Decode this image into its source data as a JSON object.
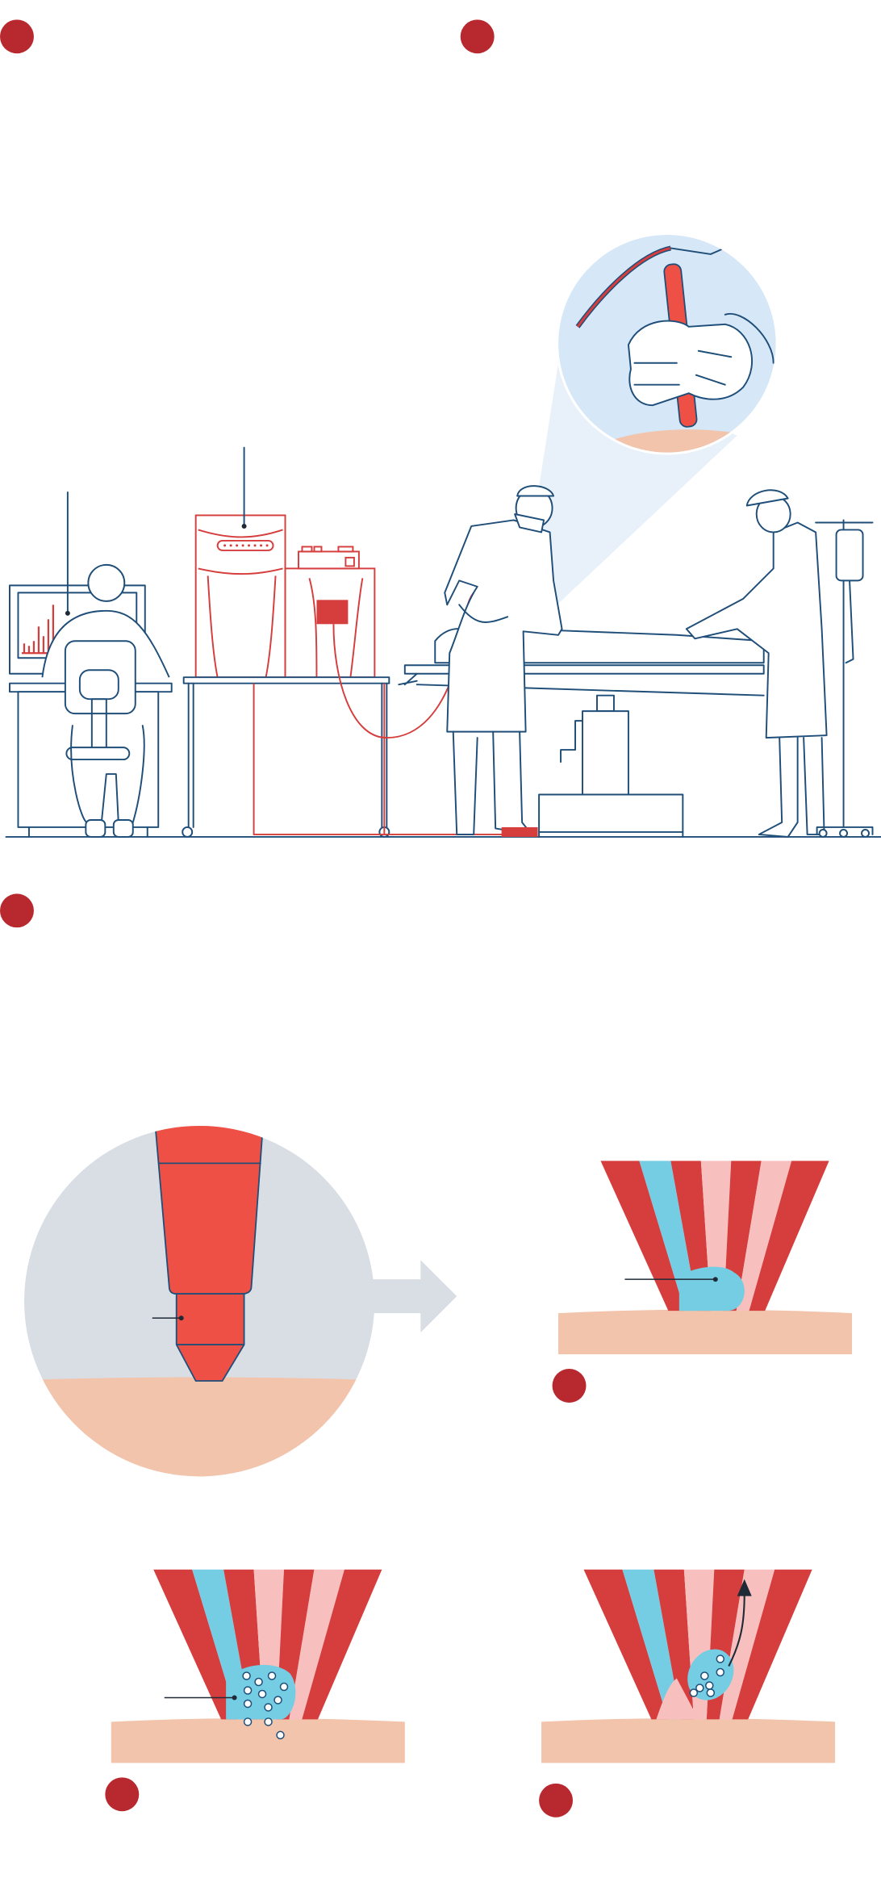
{
  "badges": [
    {
      "id": "step-1"
    },
    {
      "id": "step-2"
    },
    {
      "id": "step-3"
    },
    {
      "id": "step-4"
    },
    {
      "id": "step-5"
    },
    {
      "id": "step-6"
    }
  ],
  "colors": {
    "badge": "#b8292f",
    "navy": "#1f4e79",
    "red": "#d63d3d",
    "probe": "#ef5045",
    "blue": "#74cde3",
    "pink": "#f7c0bf",
    "tissue": "#f2c4ac",
    "gray": "#d9dee5",
    "lightblue": "#d6e7f7"
  }
}
